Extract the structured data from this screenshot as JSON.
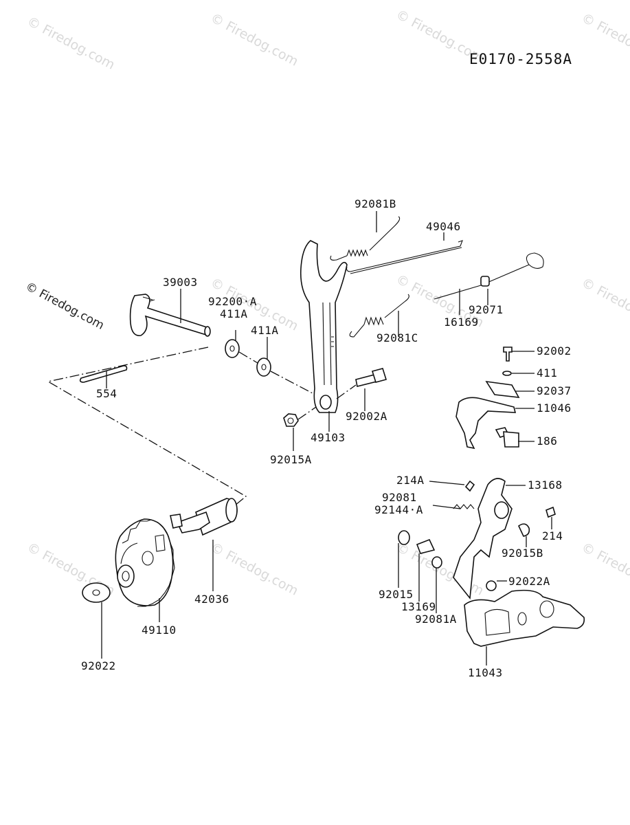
{
  "diagram_code": "E0170-2558A",
  "watermark": "© Firedog.com",
  "part_labels": {
    "p92081B": "92081B",
    "p49046": "49046",
    "p39003": "39003",
    "p92200A": "92200·A",
    "p411A_top": "411A",
    "p411A": "411A",
    "p92081C": "92081C",
    "p92071": "92071",
    "p16169": "16169",
    "p92002": "92002",
    "p411": "411",
    "p92037": "92037",
    "p11046": "11046",
    "p186": "186",
    "p554": "554",
    "p92002A": "92002A",
    "p49103": "49103",
    "p92015A": "92015A",
    "p214A": "214A",
    "p13168": "13168",
    "p92081": "92081",
    "p92144A": "92144·A",
    "p214": "214",
    "p92015B": "92015B",
    "p92022A": "92022A",
    "p92015": "92015",
    "p13169": "13169",
    "p92081A": "92081A",
    "p42036": "42036",
    "p49110": "49110",
    "p92022": "92022",
    "p11043": "11043"
  }
}
